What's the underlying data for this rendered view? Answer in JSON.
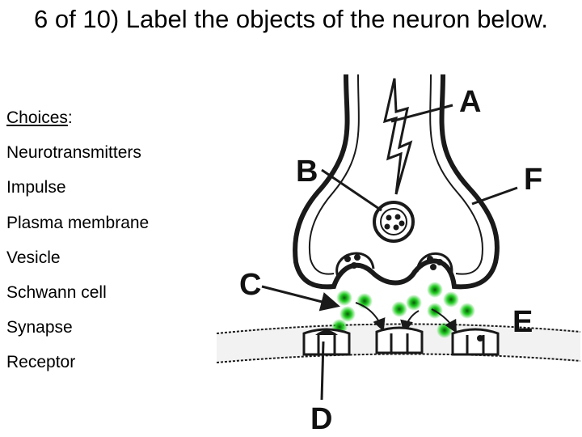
{
  "title": "6 of 10) Label the objects of the neuron below.",
  "choices": {
    "header": "Choices",
    "header_suffix": ":",
    "items": [
      "Neurotransmitters",
      "Impulse",
      "Plasma membrane",
      "Vesicle",
      "Schwann cell",
      "Synapse",
      "Receptor"
    ]
  },
  "diagram": {
    "labels": {
      "a": "A",
      "b": "B",
      "c": "C",
      "d": "D",
      "e": "E",
      "f": "F"
    },
    "colors": {
      "line": "#1a1a1a",
      "neurotransmitter": "#22cc22",
      "membrane_fill": "#ffffff"
    }
  }
}
